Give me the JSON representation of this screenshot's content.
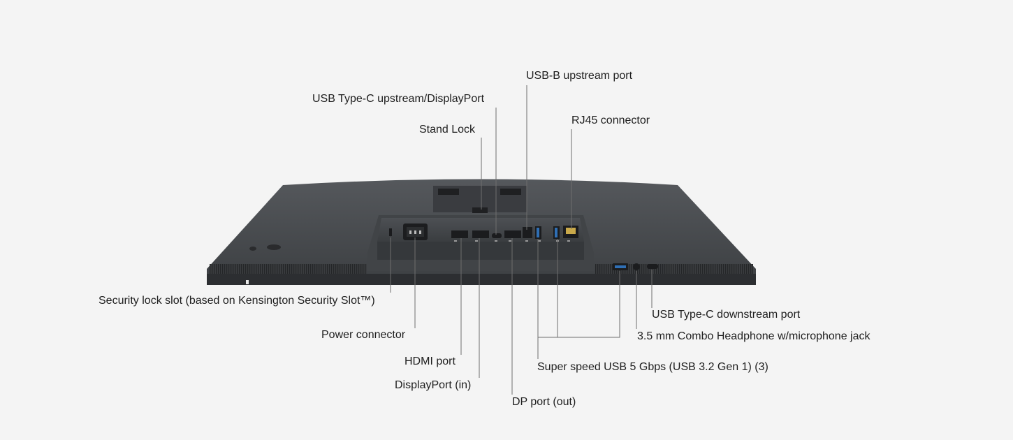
{
  "callouts": {
    "usb_b_upstream": "USB-B upstream port",
    "usb_c_upstream": "USB Type-C upstream/DisplayPort",
    "stand_lock": "Stand Lock",
    "rj45": "RJ45 connector",
    "security_slot": "Security lock slot (based on Kensington Security Slot™)",
    "power": "Power connector",
    "hdmi": "HDMI port",
    "displayport_in": "DisplayPort (in)",
    "dp_out": "DP port (out)",
    "usb_c_downstream": "USB Type-C downstream port",
    "headphone": "3.5 mm Combo Headphone w/microphone jack",
    "superspeed_usb": "Super speed USB 5 Gbps (USB 3.2 Gen 1) (3)"
  },
  "colors": {
    "background": "#f4f4f4",
    "monitor_body": "#4a4d50",
    "monitor_dark": "#2b2d30",
    "leader_line": "#6e6e6e",
    "usb_blue": "#2f6fb5"
  }
}
